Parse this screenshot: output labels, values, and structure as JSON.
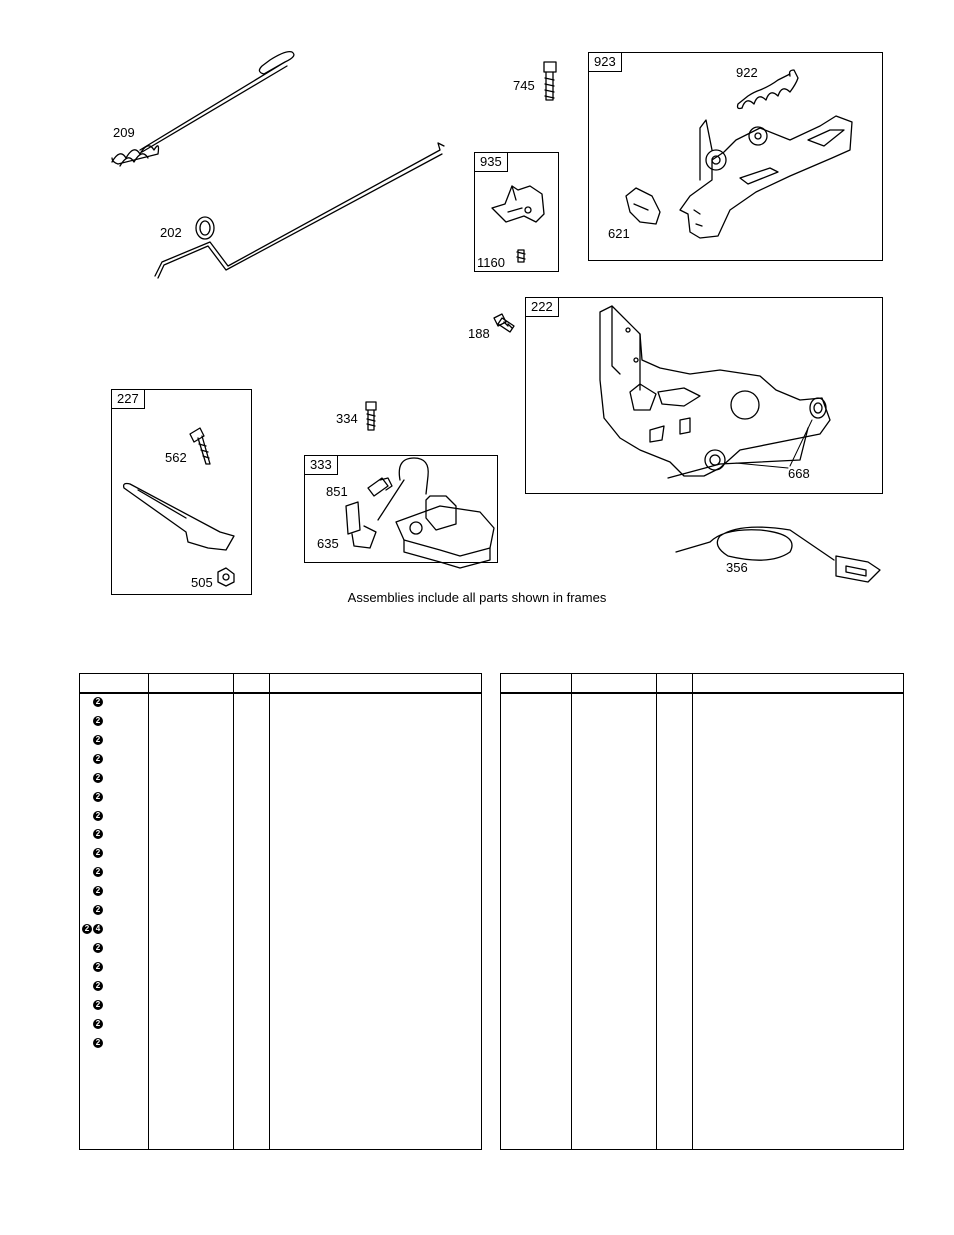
{
  "diagram": {
    "labels": {
      "l209": "209",
      "l202": "202",
      "l745": "745",
      "l935": "935",
      "l1160": "1160",
      "l923": "923",
      "l922": "922",
      "l621": "621",
      "l188": "188",
      "l222": "222",
      "l668": "668",
      "l227": "227",
      "l562": "562",
      "l505": "505",
      "l334": "334",
      "l333": "333",
      "l851": "851",
      "l635": "635",
      "l356": "356"
    },
    "note": "Assemblies include all parts shown in frames"
  },
  "tables": {
    "left": {
      "rows": [
        {
          "markers": [
            "2"
          ]
        },
        {
          "markers": [
            "2"
          ]
        },
        {
          "markers": [
            "2"
          ]
        },
        {
          "markers": [
            "2"
          ]
        },
        {
          "markers": [
            "2"
          ]
        },
        {
          "markers": [
            "2"
          ]
        },
        {
          "markers": [
            "2"
          ]
        },
        {
          "markers": [
            "2"
          ]
        },
        {
          "markers": [
            "2"
          ]
        },
        {
          "markers": [
            "2"
          ]
        },
        {
          "markers": [
            "2"
          ]
        },
        {
          "markers": [
            "2"
          ]
        },
        {
          "markers": [
            "2",
            "4"
          ]
        },
        {
          "markers": [
            "2"
          ]
        },
        {
          "markers": [
            "2"
          ]
        },
        {
          "markers": [
            "2"
          ]
        },
        {
          "markers": [
            "2"
          ]
        },
        {
          "markers": [
            "2"
          ]
        },
        {
          "markers": [
            "2"
          ]
        }
      ]
    },
    "right": {
      "rows": []
    }
  }
}
